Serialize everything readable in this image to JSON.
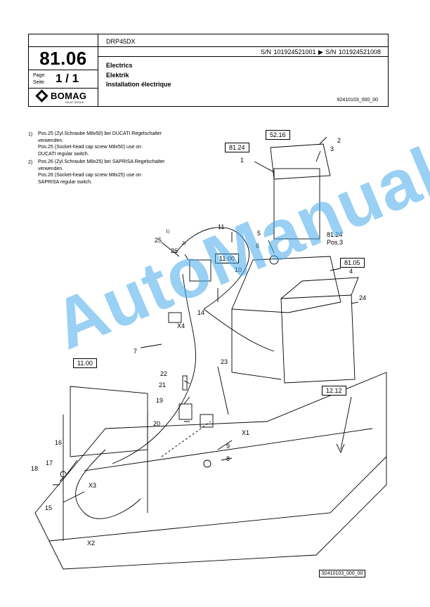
{
  "header": {
    "chapter": "81.06",
    "page_label_1": "Page",
    "page_label_2": "Seite",
    "page_number": "1 / 1",
    "logo_text": "BOMAG",
    "logo_sub": "FAYAT GROUP",
    "model": "DRP45DX",
    "serial_range": "S/N 101924521001 ▶ S/N 101924521008",
    "title_en": "Electrics",
    "title_de": "Elektrik",
    "title_fr": "Installation électrique",
    "doc_number": "92410103_000_00"
  },
  "notes": [
    {
      "no": "1)",
      "lines": [
        "Pos.25 (Zyl.Schraube M8x50) bei DUCATI Regelschalter",
        "verwenden.",
        "Pos.25 (Socket-head cap screw M8x50) use on",
        "DUCATI regular switch."
      ]
    },
    {
      "no": "2)",
      "lines": [
        "Pos.26 (Zyl.Schraube M8x25) bei SAPRISA Regelschalter",
        "verwenden.",
        "Pos.26 (Socket-head cap screw M8x25) use on",
        "SAPRISA regular switch."
      ]
    }
  ],
  "ref_boxes": [
    "52.16",
    "81.24",
    "11.00",
    "81.24 Pos.3",
    "81.05",
    "11.00",
    "12.12"
  ],
  "callouts": [
    "1",
    "2",
    "3",
    "4",
    "5",
    "6",
    "7",
    "8",
    "9",
    "10",
    "11",
    "14",
    "15",
    "16",
    "17",
    "18",
    "19",
    "20",
    "21",
    "22",
    "23",
    "24",
    "25",
    "26",
    "X1",
    "X2",
    "X3",
    "X4"
  ],
  "callout_sups": [
    "1)",
    "2)"
  ],
  "footer_doc_number": "92410103_000_00",
  "watermark": "AutoManual",
  "colors": {
    "watermark": "#46aaeb",
    "line": "#000000"
  }
}
